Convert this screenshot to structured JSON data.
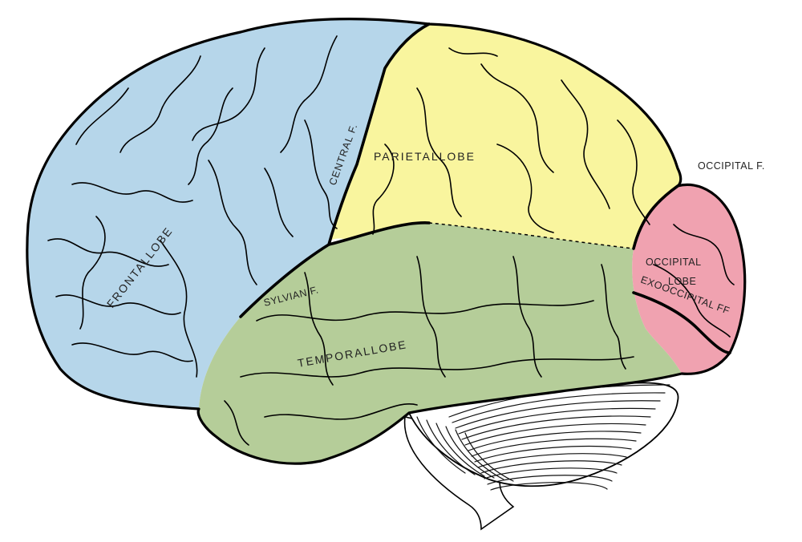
{
  "labels": {
    "frontal_lobe": "FRONTALLOBE",
    "central_fissure": "CENTRAL F.",
    "parietal_lobe": "PARIETALLOBE",
    "occipital_fissure": "OCCIPITAL F.",
    "occipital_lobe_line1": "OCCIPITAL",
    "occipital_lobe_line2": "LOBE",
    "exooccipital_fissure": "EXOOCCIPITAL FF",
    "sylvian_fissure": "SYLVIAN F.",
    "temporal_lobe": "TEMPORALLOBE"
  },
  "colors": {
    "frontal": "#b6d6ea",
    "parietal": "#f9f59e",
    "occipital": "#f0a2b0",
    "temporal": "#b5cd99",
    "cerebellum": "#ffffff",
    "outline": "#000000"
  }
}
